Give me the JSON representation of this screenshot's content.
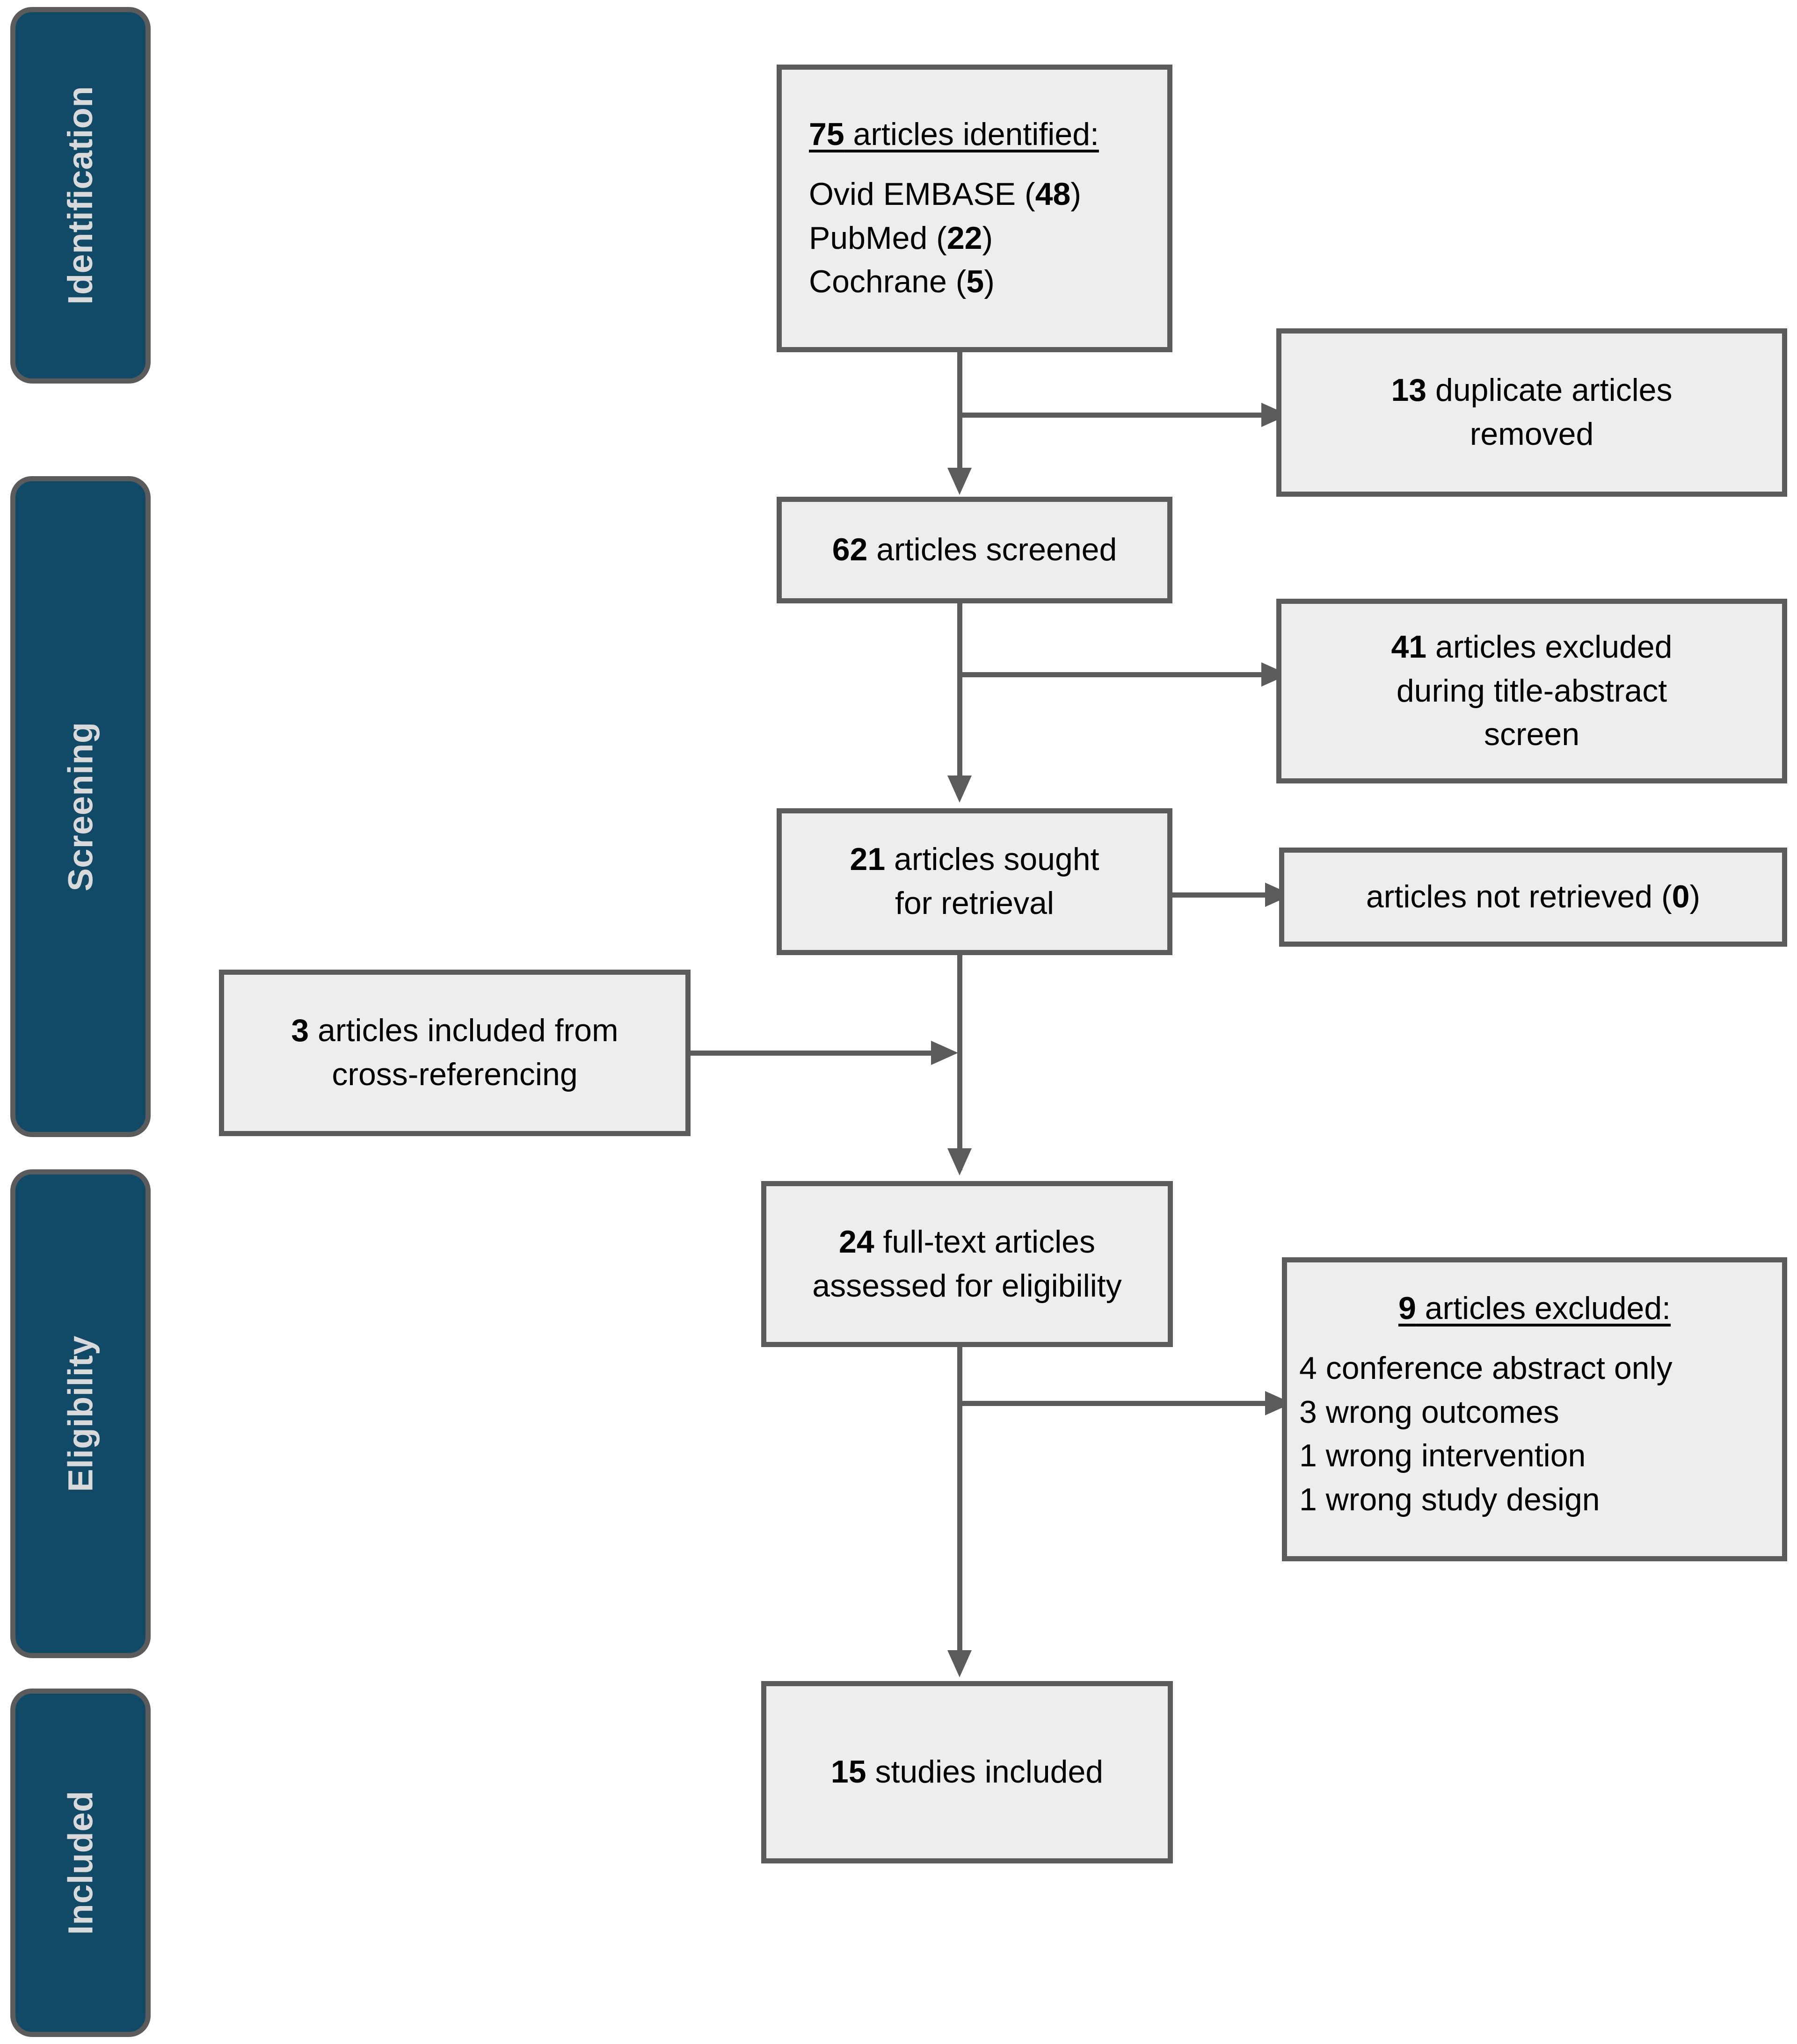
{
  "diagram": {
    "type": "prisma-flow-diagram",
    "colors": {
      "stage_fill": "#114A67",
      "stage_text": "#D9D9D9",
      "node_fill": "#EDEDED",
      "border": "#5B5B5B",
      "text": "#000000",
      "background": "#FFFFFF"
    }
  },
  "stages": [
    {
      "id": "identification",
      "label": "Identification"
    },
    {
      "id": "screening",
      "label": "Screening"
    },
    {
      "id": "eligibility",
      "label": "Eligibility"
    },
    {
      "id": "included",
      "label": "Included"
    }
  ],
  "nodes": {
    "identified": {
      "header_count": "75",
      "header_rest": " articles identified:",
      "sources": [
        {
          "name": "Ovid EMBASE",
          "count": "48"
        },
        {
          "name": "PubMed",
          "count": "22"
        },
        {
          "name": "Cochrane",
          "count": "5"
        }
      ]
    },
    "duplicates_removed": {
      "count": "13",
      "line1_rest": " duplicate articles",
      "line2": "removed"
    },
    "screened": {
      "count": "62",
      "rest": " articles screened"
    },
    "excluded_title_abstract": {
      "count": "41",
      "line1_rest": " articles excluded",
      "line2": "during title-abstract",
      "line3": "screen"
    },
    "sought_retrieval": {
      "count": "21",
      "line1_rest": " articles sought",
      "line2": "for retrieval"
    },
    "not_retrieved": {
      "prefix": "articles not retrieved (",
      "count": "0",
      "suffix": ")"
    },
    "cross_referencing": {
      "count": "3",
      "line1_rest": " articles included from",
      "line2": "cross-referencing"
    },
    "full_text_assessed": {
      "count": "24",
      "line1_rest": " full-text articles",
      "line2": "assessed for eligibility"
    },
    "excluded_full_text": {
      "header_count": "9",
      "header_rest": " articles excluded:",
      "reasons": [
        {
          "count": "4",
          "text": " conference abstract only"
        },
        {
          "count": "3",
          "text": " wrong outcomes"
        },
        {
          "count": "1",
          "text": " wrong intervention"
        },
        {
          "count": "1",
          "text": " wrong study design"
        }
      ]
    },
    "studies_included": {
      "count": "15",
      "rest": " studies included"
    }
  }
}
